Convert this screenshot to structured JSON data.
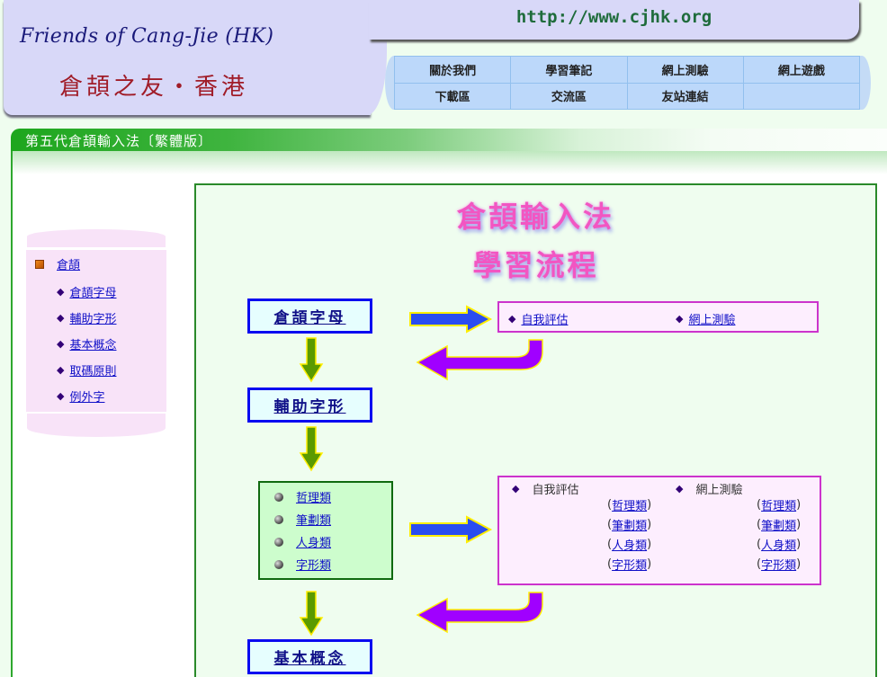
{
  "header": {
    "logo_en": "Friends of Cang-Jie (HK)",
    "logo_zh": "倉頡之友・香港",
    "url": "http://www.cjhk.org",
    "nav": [
      [
        "關於我們",
        "學習筆記",
        "網上測驗",
        "網上遊戲"
      ],
      [
        "下載區",
        "交流區",
        "友站連結",
        ""
      ]
    ]
  },
  "section": {
    "title": "第五代倉頡輸入法〔繁體版〕"
  },
  "side_menu": {
    "root": "倉頡",
    "items": [
      "倉頡字母",
      "輔助字形",
      "基本概念",
      "取碼原則",
      "例外字"
    ]
  },
  "flow": {
    "title_line1": "倉頡輸入法",
    "title_line2": "學習流程",
    "stages": [
      "倉頡字母",
      "輔助字形",
      "基本概念"
    ],
    "eval_top": {
      "self_assess": "自我評估",
      "online_test": "網上測驗"
    },
    "categories": [
      "哲理類",
      "筆劃類",
      "人身類",
      "字形類"
    ],
    "eval_bottom": {
      "self_assess": "自我評估",
      "online_test": "網上測驗",
      "paren_open": "(",
      "paren_close": ")"
    }
  },
  "colors": {
    "page_bg": "#effdef",
    "section_green": "#1da61d",
    "stage_border": "#0a0af0",
    "eval_border": "#cc33cc",
    "arrow_blue": "#2a4df0",
    "arrow_green": "#5a9a00",
    "arrow_purple": "#a000ff",
    "arrow_outline": "#ffee00",
    "title_pink": "#f256c2"
  }
}
